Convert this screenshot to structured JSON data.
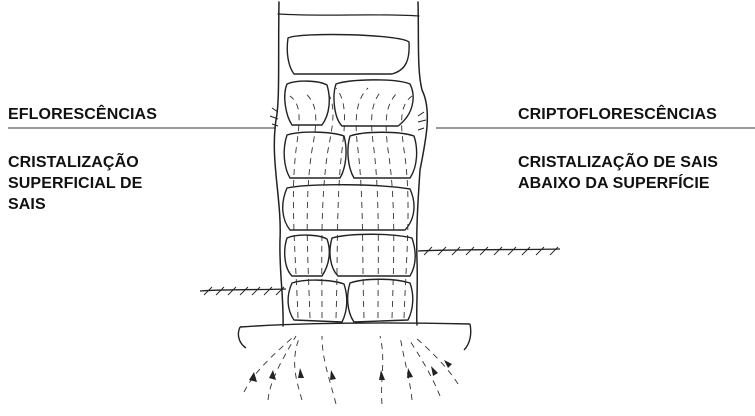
{
  "left": {
    "title": "EFLORESCÊNCIAS",
    "desc_lines": [
      "CRISTALIZAÇÃO",
      "SUPERFICIAL DE",
      "SAIS"
    ]
  },
  "right": {
    "title": "CRIPTOFLORESCÊNCIAS",
    "desc_lines": [
      "CRISTALIZAÇÃO DE SAIS",
      "ABAIXO DA SUPERFÍCIE"
    ]
  },
  "colors": {
    "ink": "#111111",
    "background": "#ffffff"
  }
}
